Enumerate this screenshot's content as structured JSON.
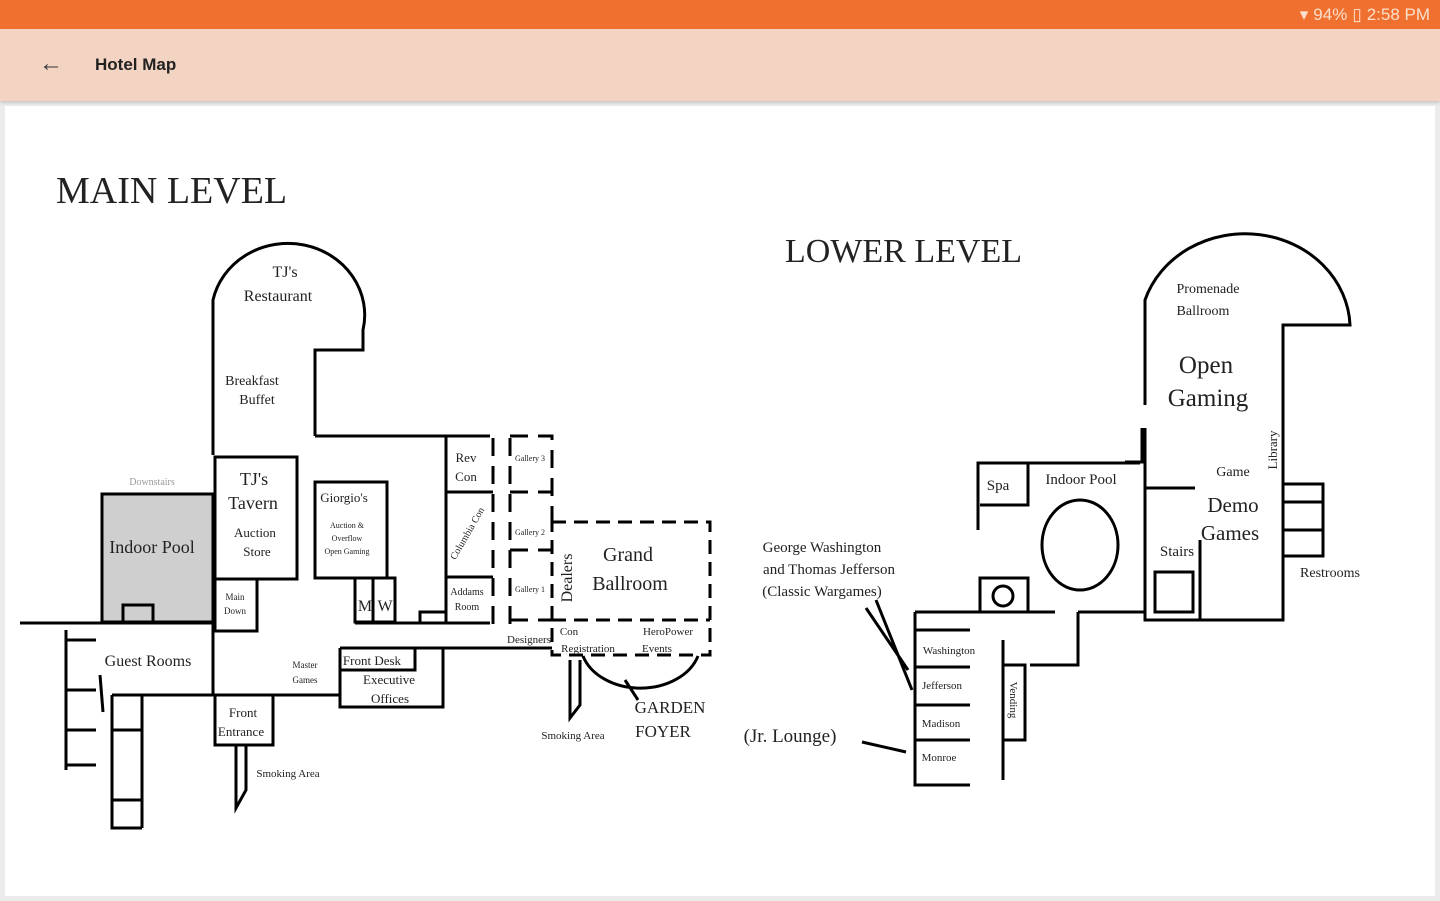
{
  "status_bar": {
    "battery": "94%",
    "time": "2:58 PM",
    "icons": [
      "wifi-icon",
      "battery-icon"
    ]
  },
  "app_bar": {
    "title": "Hotel Map",
    "back_icon": "arrow-left-icon"
  },
  "map": {
    "main_level": {
      "heading": "MAIN LEVEL",
      "labels": {
        "tjs_restaurant_1": "TJ's",
        "tjs_restaurant_2": "Restaurant",
        "breakfast_1": "Breakfast",
        "breakfast_2": "Buffet",
        "downstairs": "Downstairs",
        "indoor_pool": "Indoor Pool",
        "tjs_tavern_1": "TJ's",
        "tjs_tavern_2": "Tavern",
        "auction_1": "Auction",
        "auction_2": "Store",
        "main_down_1": "Main",
        "main_down_2": "Down",
        "giorgios": "Giorgio's",
        "giorgios_sub_1": "Auction &",
        "giorgios_sub_2": "Overflow",
        "giorgios_sub_3": "Open Gaming",
        "men": "M",
        "women": "W",
        "rev_con_1": "Rev",
        "rev_con_2": "Con",
        "columbia": "Columbia Con",
        "addams_1": "Addams",
        "addams_2": "Room",
        "gallery_3": "Gallery 3",
        "gallery_2": "Gallery 2",
        "gallery_1": "Gallery 1",
        "dealers": "Dealers",
        "grand_1": "Grand",
        "grand_2": "Ballroom",
        "designers": "Designers",
        "con_reg_1": "Con",
        "con_reg_2": "Registration",
        "hero_1": "HeroPower",
        "hero_2": "Events",
        "guest_rooms": "Guest Rooms",
        "master_1": "Master",
        "master_2": "Games",
        "front_desk": "Front Desk",
        "exec_1": "Executive",
        "exec_2": "Offices",
        "front_ent_1": "Front",
        "front_ent_2": "Entrance",
        "smoking_1": "Smoking Area",
        "smoking_2": "Smoking Area",
        "garden_1": "GARDEN",
        "garden_2": "FOYER"
      }
    },
    "lower_level": {
      "heading": "LOWER LEVEL",
      "labels": {
        "promenade_1": "Promenade",
        "promenade_2": "Ballroom",
        "open_1": "Open",
        "open_2": "Gaming",
        "library": "Library",
        "game": "Game",
        "demo_1": "Demo",
        "demo_2": "Games",
        "stairs": "Stairs",
        "restrooms": "Restrooms",
        "spa": "Spa",
        "indoor_pool": "Indoor Pool",
        "gw_1": "George Washington",
        "gw_2": "and Thomas Jefferson",
        "gw_3": "(Classic Wargames)",
        "washington": "Washington",
        "jefferson": "Jefferson",
        "madison": "Madison",
        "monroe": "Monroe",
        "vending": "Vending",
        "jr_lounge": "(Jr. Lounge)"
      }
    }
  }
}
